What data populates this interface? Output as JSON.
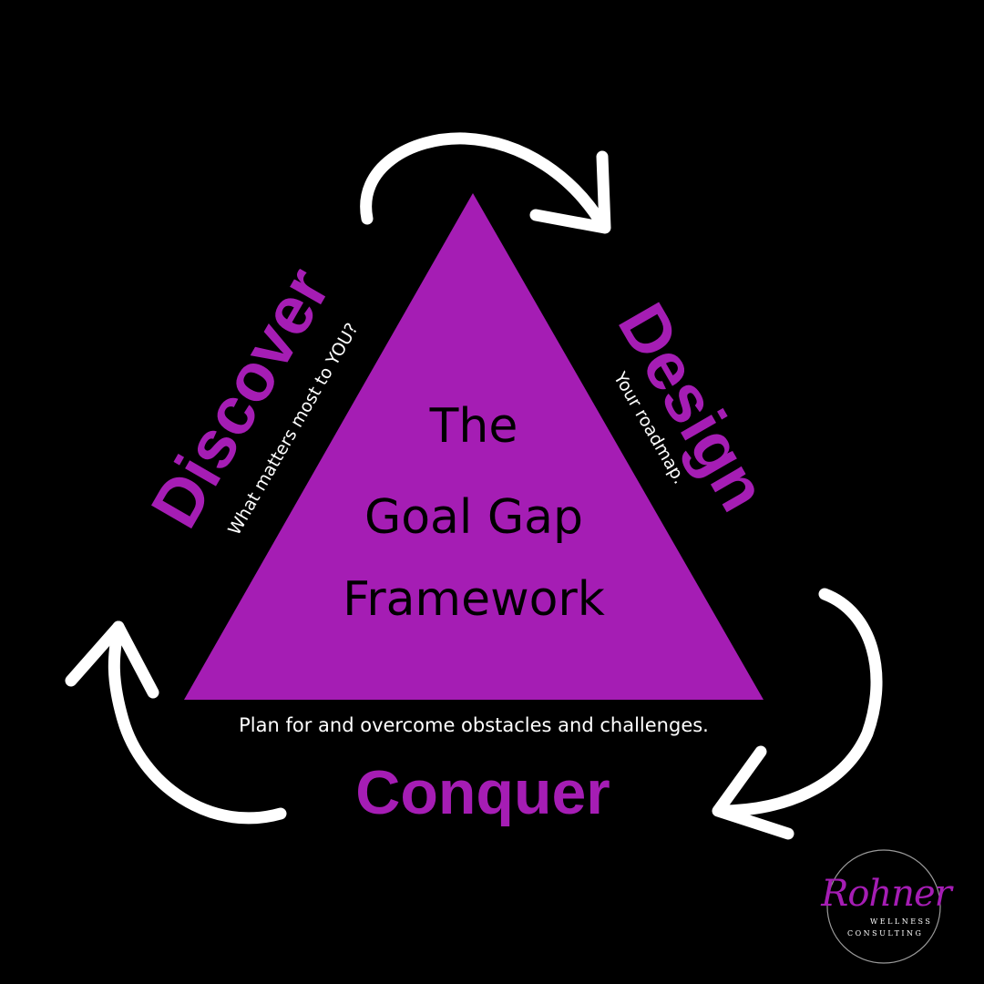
{
  "diagram": {
    "title_lines": [
      "The",
      "Goal Gap",
      "Framework"
    ],
    "stages": {
      "discover": {
        "label": "Discover",
        "subtitle": "What matters most to YOU?"
      },
      "design": {
        "label": "Design",
        "subtitle": "Your roadmap."
      },
      "conquer": {
        "label": "Conquer",
        "subtitle": "Plan for and overcome obstacles and challenges."
      }
    }
  },
  "logo": {
    "name": "Rohner",
    "line1": "WELLNESS",
    "line2": "CONSULTING"
  },
  "colors": {
    "background": "#000000",
    "triangle": "#a51db4",
    "accent_text": "#a51db4",
    "arrows": "#ffffff",
    "subtitle_text": "#ffffff",
    "title_text": "#000000"
  },
  "icons": {
    "cycle_arrows": "curved-arrow-icon",
    "logo_ring": "circle-logo-icon"
  }
}
